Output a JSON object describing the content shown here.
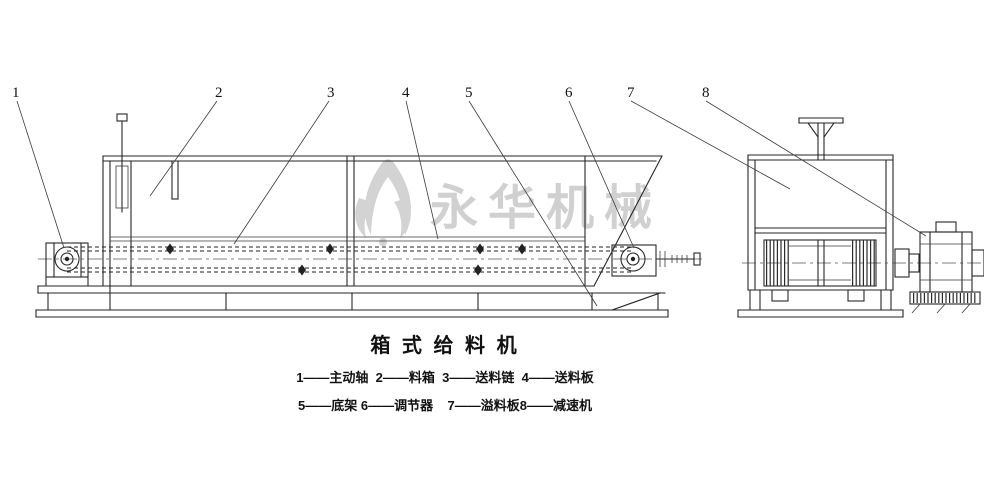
{
  "title": "箱 式 给 料 机",
  "legend": {
    "line1": "1——主动轴  2——料箱  3——送料链  4——送料板",
    "line2": "5——底架 6——调节器    7——溢料板8——减速机"
  },
  "callouts": [
    {
      "label": "1",
      "part": "主动轴"
    },
    {
      "label": "2",
      "part": "料箱"
    },
    {
      "label": "3",
      "part": "送料链"
    },
    {
      "label": "4",
      "part": "送料板"
    },
    {
      "label": "5",
      "part": "底架"
    },
    {
      "label": "6",
      "part": "调节器"
    },
    {
      "label": "7",
      "part": "溢料板"
    },
    {
      "label": "8",
      "part": "减速机"
    }
  ],
  "watermark": {
    "text": "永华机械"
  },
  "colors": {
    "line": "#262626",
    "watermark": "#c8c8c8",
    "background": "#ffffff"
  }
}
